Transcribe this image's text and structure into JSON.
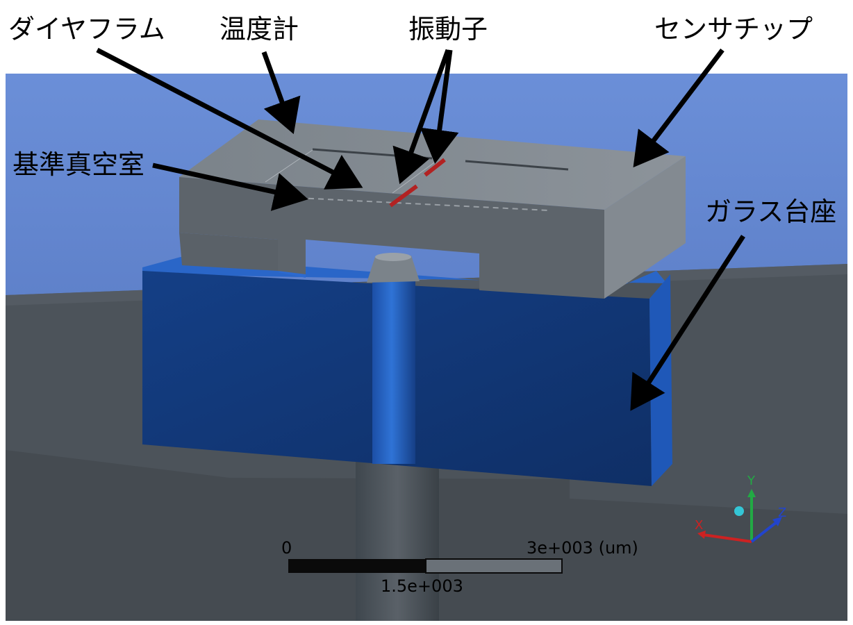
{
  "labels": {
    "diaphragm": "ダイヤフラム",
    "thermometer": "温度計",
    "resonator": "振動子",
    "sensor_chip": "センサチップ",
    "reference_vacuum": "基準真空室",
    "glass_pedestal": "ガラス台座"
  },
  "scale_bar": {
    "left_label": "0",
    "right_label": "3e+003 (um)",
    "mid_label": "1.5e+003"
  },
  "axes": {
    "x": "X",
    "y": "Y",
    "z": "Z"
  },
  "colors": {
    "background_sky": "#5d7fc6",
    "chip_gray": "#5f666d",
    "glass_blue": "#123a7a",
    "resonator_red": "#b22222",
    "arrow": "#000000",
    "axis_x": "#cc2222",
    "axis_y": "#22aa44",
    "axis_z": "#2244cc"
  }
}
